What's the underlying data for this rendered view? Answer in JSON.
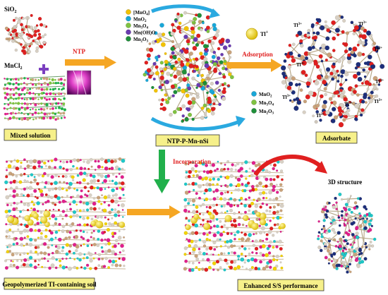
{
  "inputs": {
    "sio2": "SiO",
    "sio2_sub": "2",
    "mncl2": "MnCl",
    "mncl2_sub": "2"
  },
  "process": {
    "ntp": "NTP",
    "adsorption": "Adsorption",
    "incorporation": "Incorporation"
  },
  "legend_top": {
    "items": [
      {
        "label": "[MnO",
        "sub": "4",
        "tail": "]",
        "color": "#f2c200"
      },
      {
        "label": "MnO",
        "sub": "2",
        "tail": "",
        "color": "#19a7d8"
      },
      {
        "label": "Mn",
        "sub": "3",
        "tail": "O",
        "sub2": "4",
        "color": "#7fc241"
      },
      {
        "label": "Mn(OH)O",
        "sub": "",
        "tail": "",
        "color": "#6a3bb0"
      },
      {
        "label": "Mn",
        "sub": "2",
        "tail": "O",
        "sub2": "3",
        "color": "#1f8f3a"
      }
    ]
  },
  "legend_mid": {
    "items": [
      {
        "label": "MnO",
        "sub": "2",
        "tail": "",
        "color": "#19a7d8"
      },
      {
        "label": "Mn",
        "sub": "3",
        "tail": "O",
        "sub2": "4",
        "color": "#7fc241"
      },
      {
        "label": "Mn",
        "sub": "2",
        "tail": "O",
        "sub2": "3",
        "color": "#1f8f3a"
      }
    ]
  },
  "ions": {
    "tl_plus": "Tl",
    "tl_plus_sup": "+",
    "tl3": "Tl",
    "tl3_sup": "3+"
  },
  "boxes": {
    "mixed_solution": "Mixed solution",
    "ntp_product": "NTP-P-Mn-nSi",
    "adsorbate": "Adsorbate",
    "soil": "Geopolymerized TI-containing soil",
    "enhanced": "Enhanced S/S performance"
  },
  "labels": {
    "structure_3d": "3D structure"
  },
  "colors": {
    "box_fill": "#f6f08a",
    "arrow_orange": "#f5a623",
    "arrow_green": "#21b04b",
    "arrow_blue": "#2aa9e0",
    "arrow_red": "#e02020",
    "text_red": "#e02020",
    "plus_purple": "#7b3fc0"
  }
}
